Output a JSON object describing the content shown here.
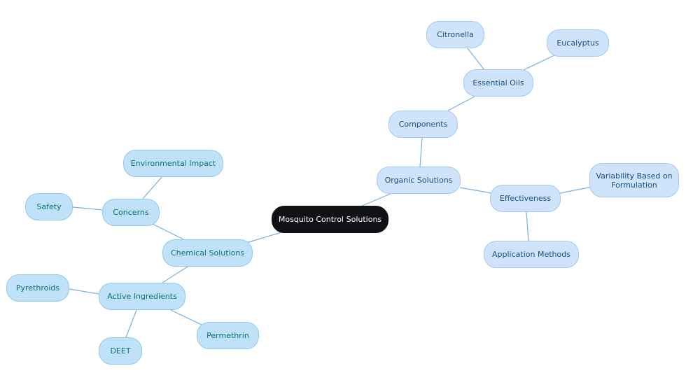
{
  "diagram": {
    "root": {
      "label": "Mosquito Control Solutions"
    },
    "organic": {
      "label": "Organic Solutions",
      "components": "Components",
      "essential_oils": "Essential Oils",
      "citronella": "Citronella",
      "eucalyptus": "Eucalyptus",
      "effectiveness": "Effectiveness",
      "variability": "Variability Based on Formulation",
      "application_methods": "Application Methods"
    },
    "chemical": {
      "label": "Chemical Solutions",
      "concerns": "Concerns",
      "environmental_impact": "Environmental Impact",
      "safety": "Safety",
      "active_ingredients": "Active Ingredients",
      "pyrethroids": "Pyrethroids",
      "deet": "DEET",
      "permethrin": "Permethrin"
    },
    "colors": {
      "root_fill": "#0f1114",
      "blue_fill": "#cfe3fb",
      "cyan_fill": "#bfe2f8",
      "link": "#79b0dc"
    }
  }
}
